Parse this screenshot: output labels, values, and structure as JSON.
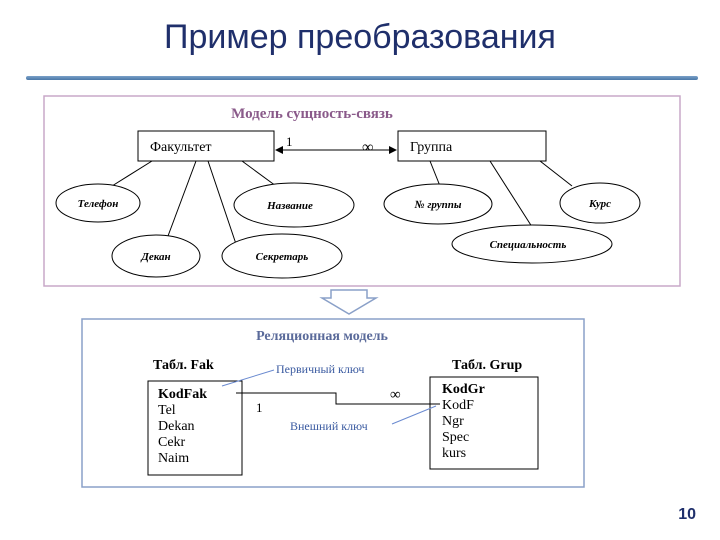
{
  "slide": {
    "title": "Пример преобразования",
    "page_number": "10"
  },
  "er_model": {
    "heading": "Модель сущность-связь",
    "entity_left": "Факультет",
    "entity_right": "Группа",
    "cardinality_left": "1",
    "cardinality_right": "∞",
    "attributes_left": [
      "Телефон",
      "Название",
      "Декан",
      "Секретарь"
    ],
    "attributes_right": [
      "№ группы",
      "Курс",
      "Специальность"
    ]
  },
  "relational_model": {
    "heading": "Реляционная модель",
    "table_left": {
      "name": "Табл. Fak",
      "fields": [
        "KodFak",
        "Tel",
        "Dekan",
        "Cekr",
        "Naim"
      ]
    },
    "table_right": {
      "name": "Табл. Grup",
      "fields": [
        "KodGr",
        "KodF",
        "Ngr",
        "Spec",
        "kurs"
      ]
    },
    "primary_key_label": "Первичный ключ",
    "foreign_key_label": "Внешний ключ",
    "cardinality_left": "1",
    "cardinality_right": "∞"
  },
  "colors": {
    "title": "#1f2f6b",
    "frame_top": "#c9a8c9",
    "frame_bottom": "#8aa0c8",
    "er_heading": "#8a5a8a",
    "rel_heading": "#5a6a9a",
    "annotation_line": "#6a8ad0"
  }
}
